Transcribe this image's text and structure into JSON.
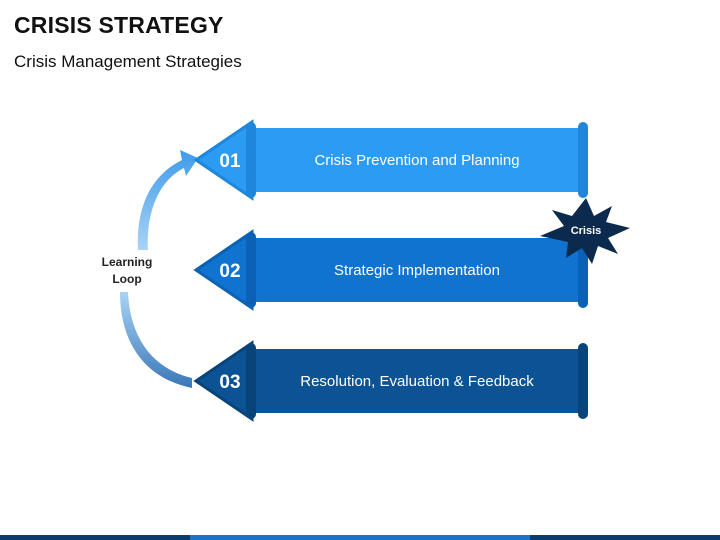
{
  "title": "CRISIS STRATEGY",
  "subtitle": "Crisis Management Strategies",
  "loop_label": [
    "Learning",
    "Loop"
  ],
  "crisis_label": "Crisis",
  "steps": [
    {
      "number": "01",
      "label": "Crisis Prevention and Planning",
      "color": "#2B9BF4",
      "dark": "#1F86DC"
    },
    {
      "number": "02",
      "label": "Strategic Implementation",
      "color": "#0F73CF",
      "dark": "#0A61B6"
    },
    {
      "number": "03",
      "label": "Resolution, Evaluation & Feedback",
      "color": "#0B5394",
      "dark": "#084479"
    }
  ],
  "colors": {
    "star": "#0C2A4D",
    "loop_arrow": "#4DA6EE",
    "footer": [
      "#0B3C6E",
      "#1A73C8",
      "#0B3C6E"
    ]
  }
}
